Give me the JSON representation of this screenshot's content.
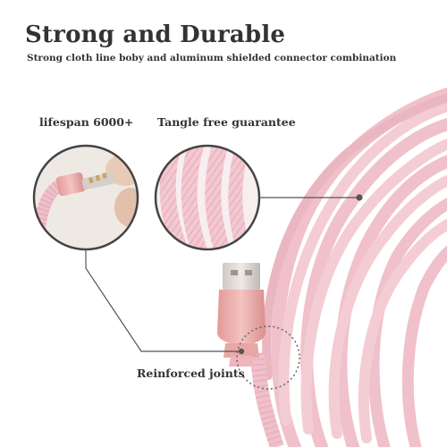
{
  "header": {
    "title": "Strong and Durable",
    "subtitle": "Strong cloth line boby and aluminum shielded connector combination"
  },
  "features": {
    "lifespan": "lifespan 6000+",
    "tangle": "Tangle free guarantee",
    "joints": "Reinforced joints"
  },
  "colors": {
    "cable": "#f2c6cf",
    "connector": "#e9a7a4",
    "plug": "#d9d4cf",
    "callout_line": "#555555"
  }
}
